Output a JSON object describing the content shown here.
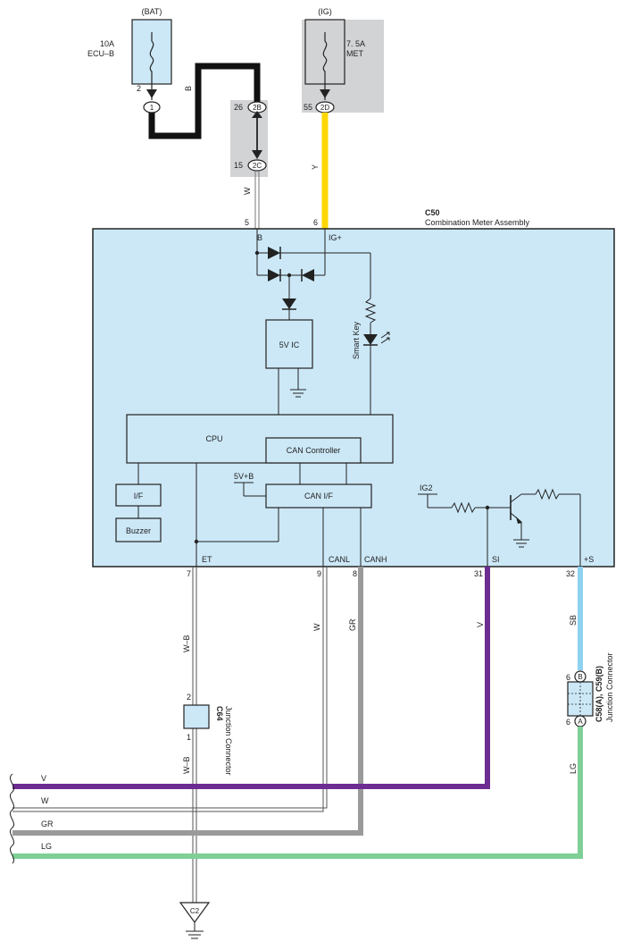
{
  "fuses": {
    "bat": {
      "source": "(BAT)",
      "rating": "10A",
      "name": "ECU–B",
      "pin": "2"
    },
    "ig": {
      "source": "(IG)",
      "rating": "7. 5A",
      "name": "MET",
      "pin": "55"
    }
  },
  "connectors": {
    "c1": "1",
    "c2b": "2B",
    "c2b_pin": "26",
    "c2c": "2C",
    "c2c_pin": "15",
    "c2d": "2D"
  },
  "wires": {
    "bat_to_1": "B",
    "w_top": "W",
    "ig_y": "Y",
    "et": "W–B",
    "canl": "W",
    "canh": "GR",
    "si": "V",
    "s": "SB",
    "lg": "LG",
    "et_lower": "W–B"
  },
  "component": {
    "code": "C50",
    "name": "Combination Meter Assembly",
    "pins_top": {
      "b_num": "5",
      "b_label": "B",
      "ig_num": "6",
      "ig_label": "IG+"
    },
    "pins_bottom": {
      "et_num": "7",
      "et_label": "ET",
      "canl_num": "9",
      "canl_label": "CANL",
      "canh_num": "8",
      "canh_label": "CANH",
      "si_num": "31",
      "si_label": "SI",
      "s_num": "32",
      "s_label": "+S"
    },
    "blocks": {
      "ic": "5V IC",
      "cpu": "CPU",
      "can_controller": "CAN Controller",
      "can_if": "CAN I/F",
      "if": "I/F",
      "buzzer": "Buzzer"
    },
    "labels": {
      "smart_key": "Smart Key",
      "v5b": "5V+B",
      "ig2": "IG2"
    }
  },
  "junctions": {
    "c64": {
      "code": "C64",
      "name": "Junction Connector",
      "pin_top": "2",
      "pin_bottom": "1"
    },
    "c58": {
      "code": "C58(A), C59(B)",
      "name": "Junction Connector",
      "pin_b_num": "6",
      "pin_b": "B",
      "pin_a_num": "6",
      "pin_a": "A"
    }
  },
  "ground": {
    "label": "C2"
  },
  "bus_wires": [
    "V",
    "W",
    "GR",
    "LG"
  ],
  "colors": {
    "meter_fill": "#cce8f7",
    "grey_box": "#d2d3d5",
    "yellow": "#ffd700",
    "purple": "#6d2c91",
    "grey_wire": "#9a9a9a",
    "green": "#7fcf97",
    "light_blue": "#8ed1f0",
    "black_wire": "#111111"
  }
}
